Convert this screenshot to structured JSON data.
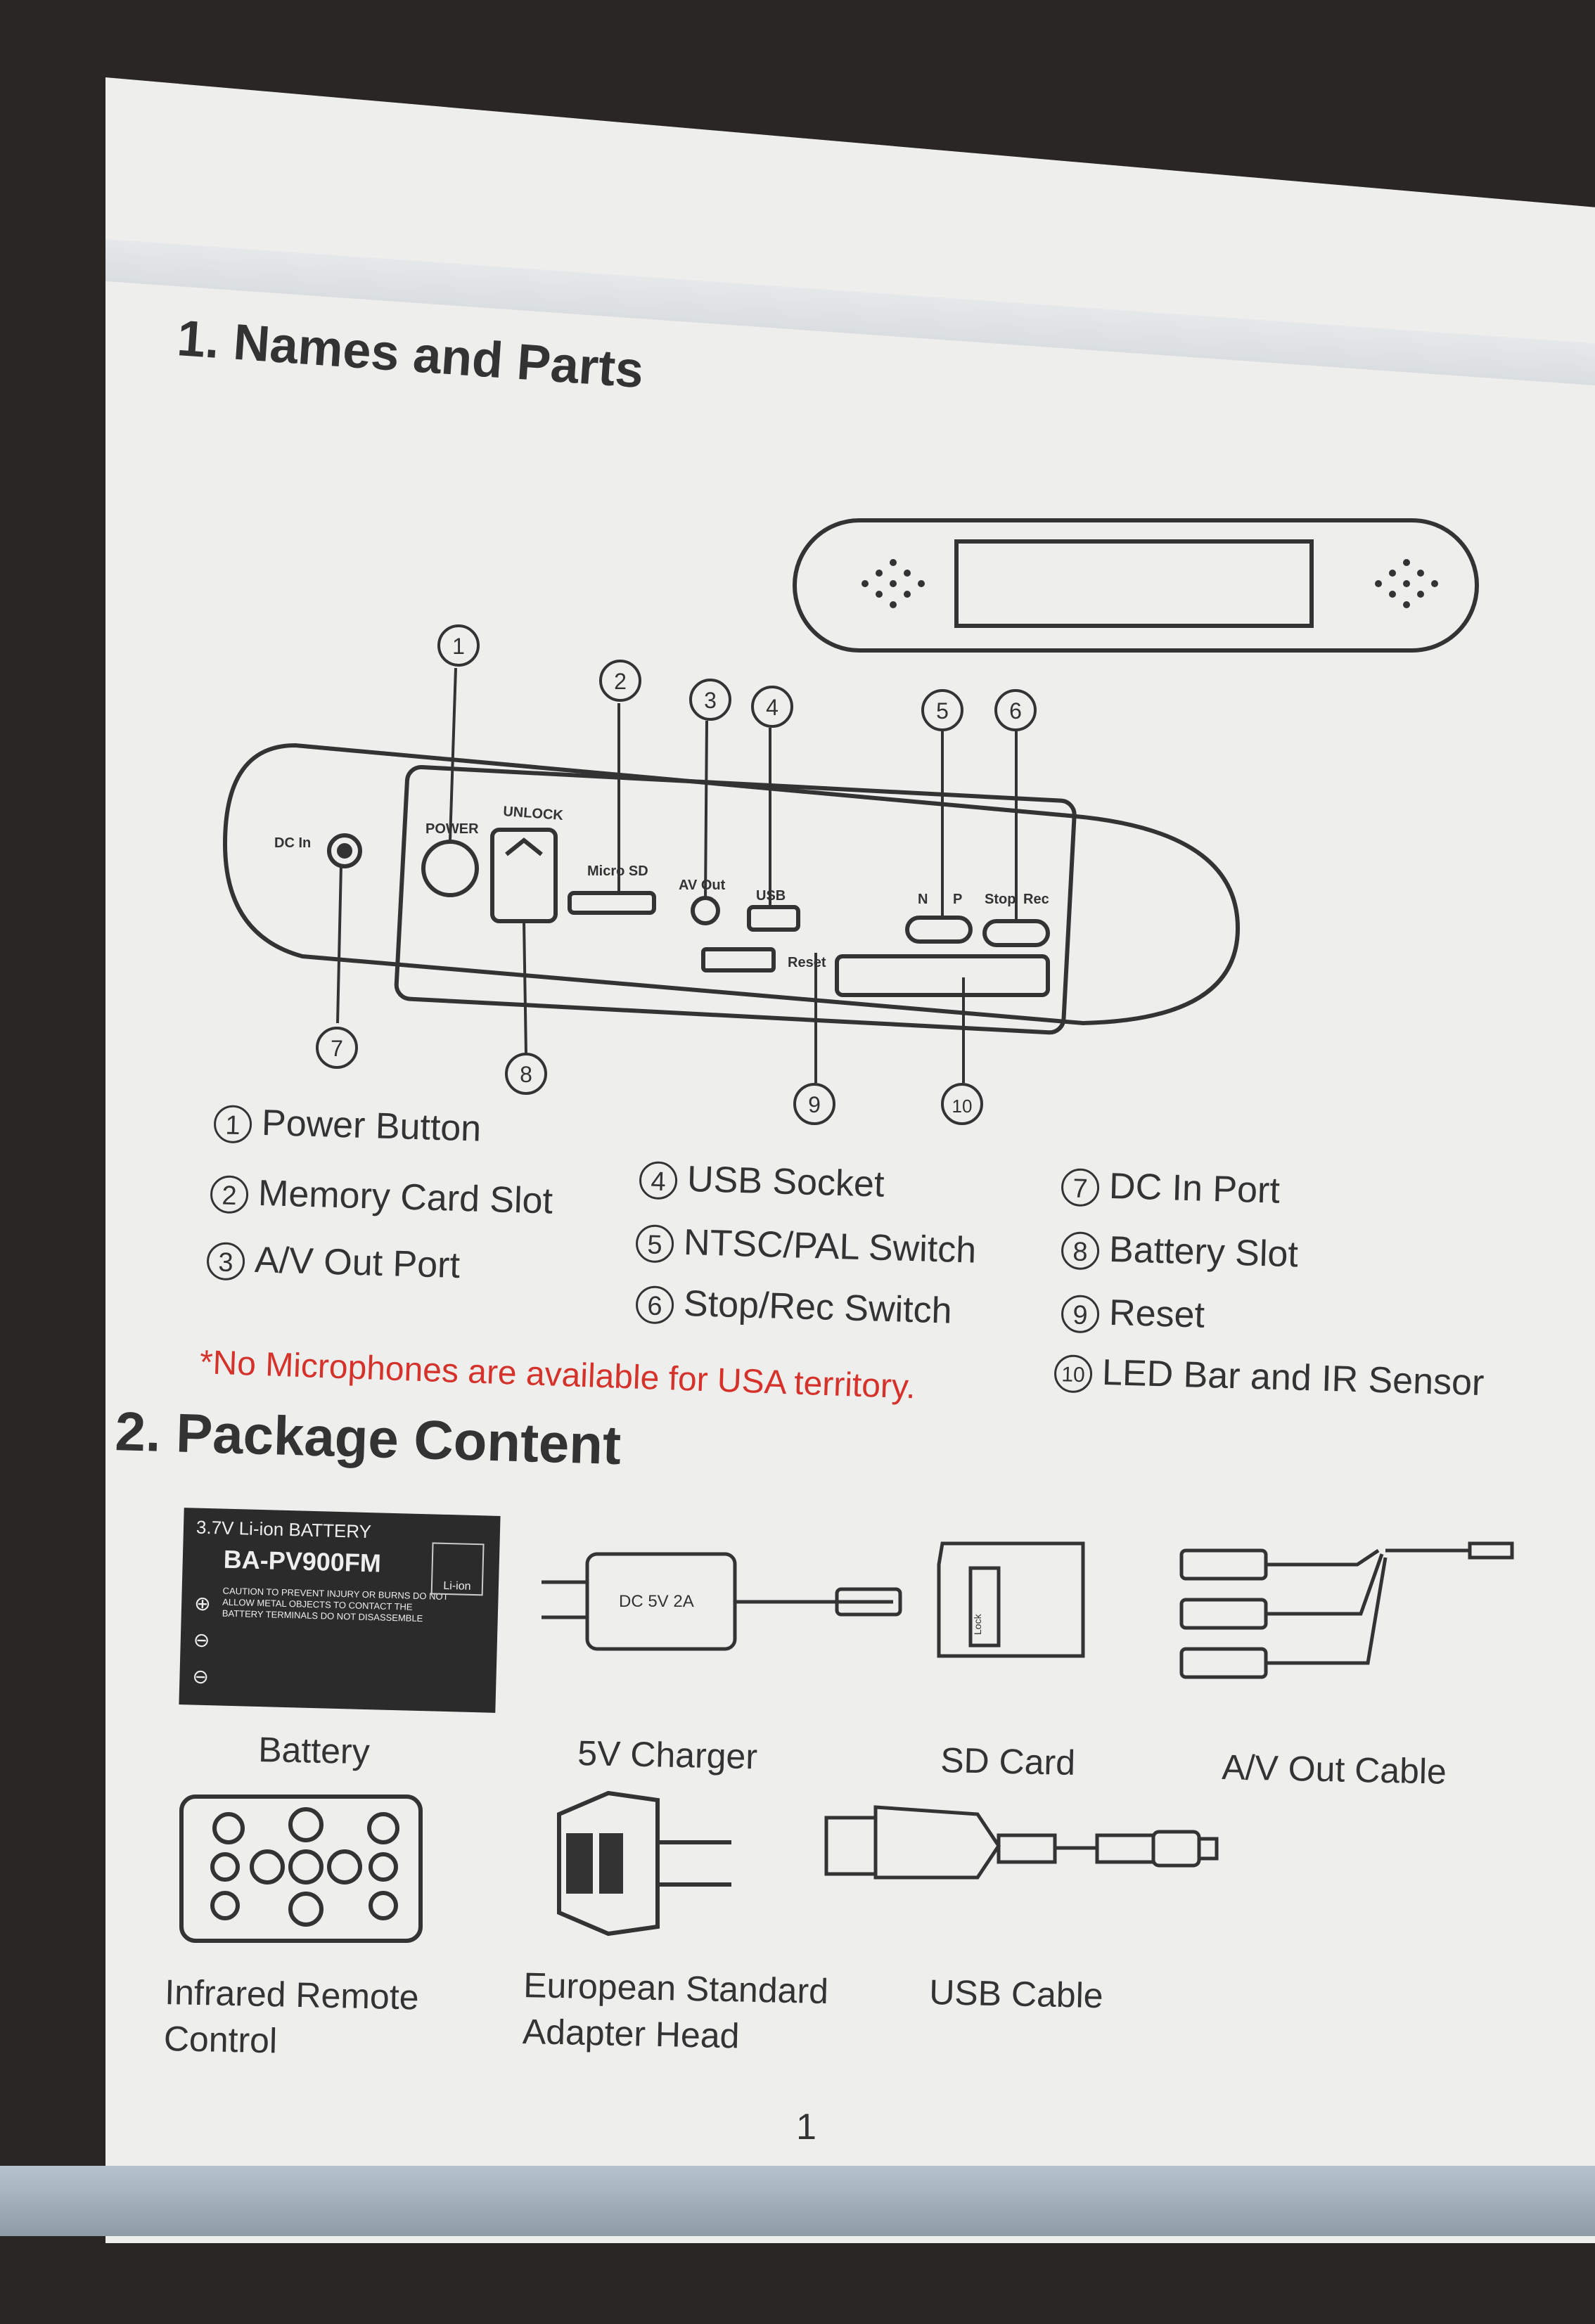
{
  "section1_title": "1. Names and Parts",
  "section2_title": "2. Package Content",
  "device_labels": {
    "dc_in": "DC In",
    "power": "POWER",
    "unlock": "UNLOCK",
    "micro_sd": "Micro SD",
    "av_out": "AV Out",
    "usb": "USB",
    "n": "N",
    "p": "P",
    "stop": "Stop",
    "rec": "Rec",
    "reset": "Reset"
  },
  "callouts": [
    "1",
    "2",
    "3",
    "4",
    "5",
    "6",
    "7",
    "8",
    "9",
    "10"
  ],
  "parts": [
    {
      "num": "1",
      "label": "Power Button"
    },
    {
      "num": "2",
      "label": "Memory Card Slot"
    },
    {
      "num": "3",
      "label": "A/V Out Port"
    },
    {
      "num": "4",
      "label": "USB Socket"
    },
    {
      "num": "5",
      "label": "NTSC/PAL Switch"
    },
    {
      "num": "6",
      "label": "Stop/Rec Switch"
    },
    {
      "num": "7",
      "label": "DC In Port"
    },
    {
      "num": "8",
      "label": "Battery Slot"
    },
    {
      "num": "9",
      "label": "Reset"
    },
    {
      "num": "10",
      "label": "LED Bar and IR Sensor"
    }
  ],
  "note": "*No Microphones are available for USA territory.",
  "battery": {
    "type": "3.7V Li-ion BATTERY",
    "model": "BA-PV900FM",
    "badge": "Li-ion",
    "caution": "CAUTION TO PREVENT INJURY OR BURNS DO NOT ALLOW METAL OBJECTS TO CONTACT THE BATTERY TERMINALS DO NOT DISASSEMBLE"
  },
  "charger_text": "DC 5V 2A",
  "sd_lock": "Lock",
  "package": {
    "battery": "Battery",
    "charger": "5V Charger",
    "sd_card": "SD Card",
    "av_cable": "A/V Out Cable",
    "remote_line1": "Infrared Remote",
    "remote_line2": "Control",
    "adapter_line1": "European Standard",
    "adapter_line2": "Adapter Head",
    "usb_cable": "USB Cable"
  },
  "page_number": "1",
  "colors": {
    "paper": "#eeeeec",
    "note_red": "#d4322a",
    "ink": "#333333",
    "background": "#2a2623"
  }
}
